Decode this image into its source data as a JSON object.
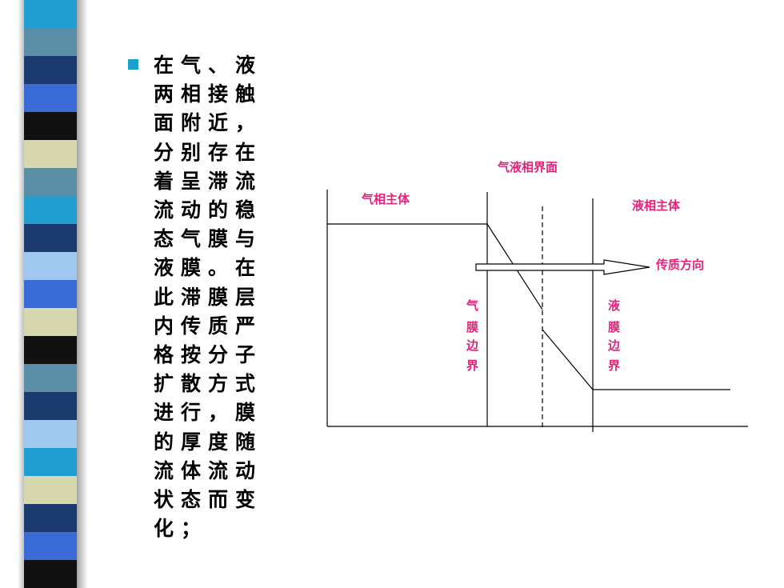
{
  "decoration": {
    "stripe_colors": [
      "#1f9fd0",
      "#5b8fa8",
      "#1b3a6e",
      "#3a6bd6",
      "#111111",
      "#d8d8b0",
      "#5b8fa8",
      "#1f9fd0",
      "#1b3a6e",
      "#9fc8f0",
      "#3a6bd6",
      "#d8d8b0",
      "#111111",
      "#5b8fa8",
      "#1b3a6e",
      "#9fc8f0",
      "#1f9fd0",
      "#d8d8b0",
      "#1b3a6e",
      "#3a6bd6",
      "#111111"
    ],
    "accent": "#1aa0cc",
    "label_color": "#e8207a"
  },
  "bullet": {
    "lines": [
      "在气、液",
      "两相接触",
      "面附近，",
      "分别存在",
      "着呈滞流",
      "流动的稳",
      "态气膜与",
      "液膜。在",
      "此滞膜层",
      "内传质严",
      "格按分子",
      "扩散方式",
      "进行，膜",
      "的厚度随",
      "流体流动",
      "状态而变",
      "化；"
    ]
  },
  "diagram": {
    "interface_label": "气液相界面",
    "gas_bulk_label": "气相主体",
    "liquid_bulk_label": "液相主体",
    "direction_label": "传质方向",
    "gas_film_boundary": [
      "气",
      "膜",
      "边",
      "界"
    ],
    "liquid_film_boundary": [
      "液",
      "膜",
      "边",
      "界"
    ]
  }
}
